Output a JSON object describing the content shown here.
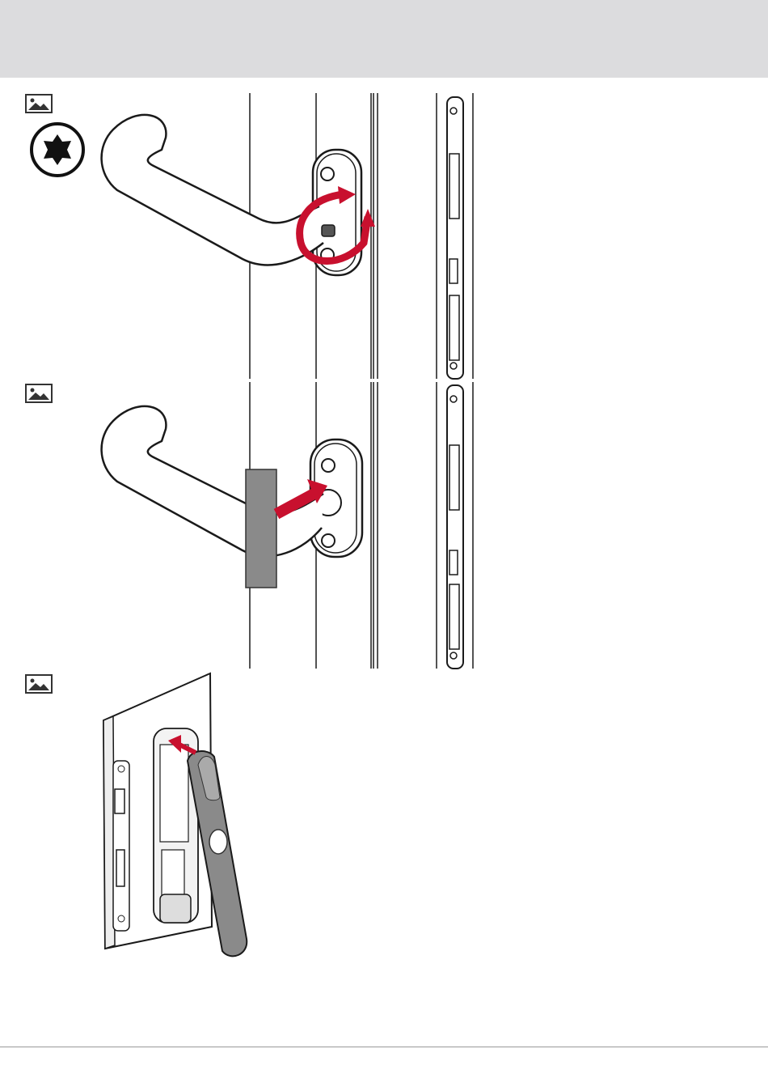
{
  "page": {
    "header_band": "",
    "steps": [
      {
        "icon": "image-icon",
        "tool_icon": "torx-star-icon",
        "illustration": "rotate-handle-illustration"
      },
      {
        "icon": "image-icon",
        "illustration": "pull-handle-off-illustration"
      },
      {
        "icon": "image-icon",
        "illustration": "insert-electronic-handle-illustration"
      }
    ]
  },
  "colors": {
    "header_band": "#dcdcde",
    "arrow_red": "#c8102e",
    "handle_gray": "#8a8a8a",
    "line": "#1a1a1a"
  }
}
